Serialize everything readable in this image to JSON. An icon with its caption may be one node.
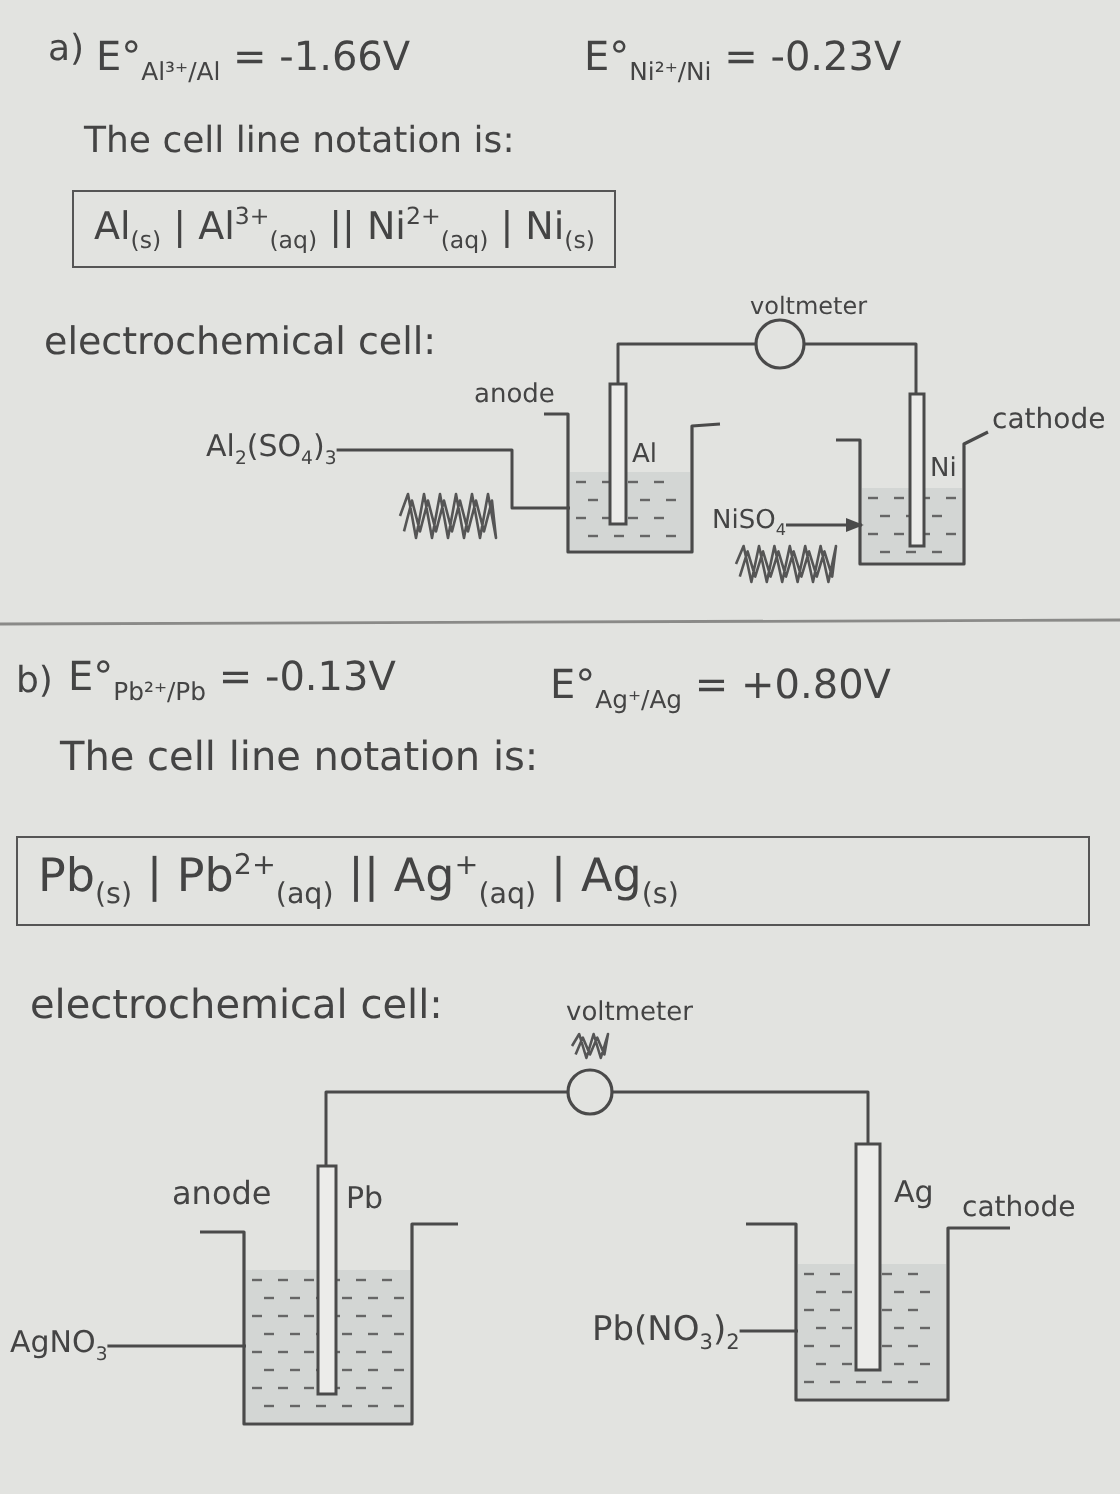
{
  "diagram": {
    "nodes": [
      {
        "text": [
          "Al$_{(s)}$ | Al$^{3+}$$_{(aq)}$ || Ni$^{2+}$$_{(aq)}$ | Ni$_{(s)}$"
        ]
      },
      {
        "text": [],
        "shape": "circle",
        "beside": [
          "voltmeter"
        ]
      },
      {
        "text": [],
        "shape": "bar",
        "beside": [
          "anode",
          "Al"
        ]
      },
      {
        "text": [],
        "shape": "box"
      },
      {
        "text": [
          "Al$_{2}$(SO$_{4}$)$_{3}$"
        ]
      },
      {
        "text": [],
        "shape": "bar",
        "beside": [
          "cathode",
          "Ni"
        ]
      },
      {
        "text": [],
        "shape": "box"
      },
      {
        "text": [
          "NiSO$_{4}$"
        ]
      },
      {
        "text": [
          "Pb$_{(s)}$ | Pb$^{2+}$$_{(aq)}$ || Ag$^{+}$$_{(aq)}$ | Ag$_{(s)}$"
        ]
      },
      {
        "text": [],
        "shape": "circle",
        "beside": [
          "voltmeter"
        ]
      },
      {
        "text": [],
        "shape": "bar",
        "beside": [
          "anode",
          "Pb"
        ]
      },
      {
        "text": [],
        "shape": "box"
      },
      {
        "text": [
          "AgNO$_{3}$"
        ]
      },
      {
        "text": [],
        "shape": "bar",
        "beside": [
          "Ag",
          "cathode"
        ]
      },
      {
        "text": [],
        "shape": "box"
      },
      {
        "text": [
          "Pb(NO$_{3}$)$_{2}$"
        ]
      }
    ],
    "edges": [
      {
        "from": 2,
        "to": 1,
        "arrow": "none"
      },
      {
        "from": 1,
        "to": 5,
        "arrow": "none"
      },
      {
        "from": 4,
        "to": 3,
        "arrow": "none"
      },
      {
        "from": 7,
        "to": 6,
        "arrow": "to"
      },
      {
        "from": 10,
        "to": 9,
        "arrow": "none"
      },
      {
        "from": 9,
        "to": 13,
        "arrow": "none"
      },
      {
        "from": 12,
        "to": 11,
        "arrow": "none"
      },
      {
        "from": 15,
        "to": 14,
        "arrow": "none"
      }
    ],
    "labels": [
      "a)",
      "E°$_{Al³⁺/Al}$ = -1.66V",
      "E°$_{Ni²⁺/Ni}$ = -0.23V",
      "The cell line notation is:",
      "electrochemical cell:",
      "b)",
      "E°$_{Pb²⁺/Pb}$ = -0.13V",
      "E°$_{Ag⁺/Ag}$ = +0.80V",
      "The cell line notation is:",
      "electrochemical cell:"
    ]
  }
}
